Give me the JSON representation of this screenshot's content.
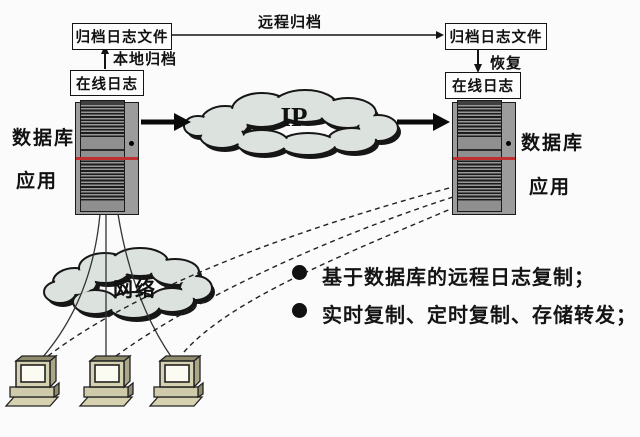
{
  "boxes": {
    "archive_left": "归档日志文件",
    "online_left": "在线日志",
    "archive_right": "归档日志文件",
    "online_right": "在线日志"
  },
  "labels": {
    "remote_archive": "远程归档",
    "local_archive": "本地归档",
    "restore": "恢复"
  },
  "servers": {
    "left": {
      "line1": "数据库",
      "line2": "应用"
    },
    "right": {
      "line1": "数据库",
      "line2": "应用"
    }
  },
  "clouds": {
    "ip": "IP",
    "network": "网络"
  },
  "bullets": [
    "基于数据库的远程日志复制；",
    "实时复制、定时复制、存储转发；"
  ],
  "icons": {
    "server": "tower-server-icon",
    "cloud": "cloud-icon",
    "computer": "desktop-computer-icon"
  },
  "colors": {
    "cloud_fill": "#dce3de",
    "server_gray": "#9c9c9c",
    "server_red_stripe": "#c03030",
    "line_black": "#141414",
    "computer_khaki": "#d6d2b0",
    "background": "#fbfbfb"
  }
}
